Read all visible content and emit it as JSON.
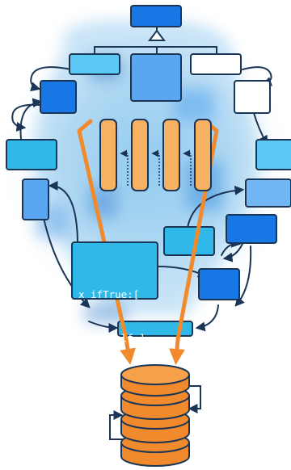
{
  "code": {
    "line1": "x ifTrue:[",
    "line2": "   ^ self ]"
  },
  "colors": {
    "outline": "#1a3556",
    "box_dark_blue": "#1677e5",
    "box_mid_blue": "#5aa6f0",
    "box_light_blue": "#5cc9f5",
    "box_cyan": "#2fb8e8",
    "box_white": "#ffffff",
    "orange": "#f08a2c",
    "orange_light": "#f6b162",
    "glow": "#a9d6f3"
  },
  "icons": {
    "inheritance": "hollow-triangle-arrow",
    "flow": "arrow",
    "database": "cylinder-stack"
  }
}
